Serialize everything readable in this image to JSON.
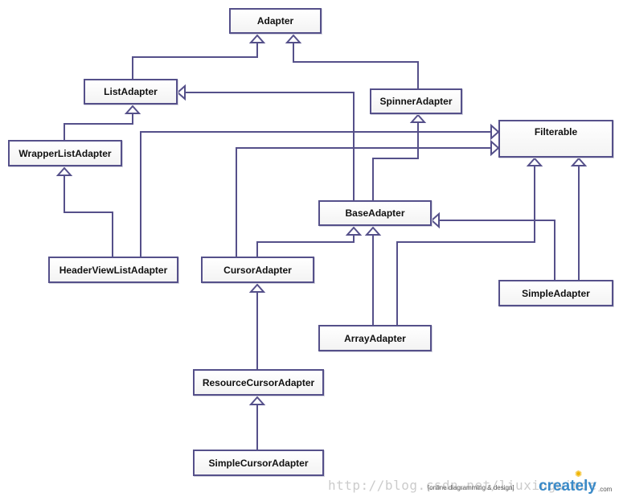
{
  "diagram": {
    "nodes": [
      {
        "id": "adapter",
        "label": "Adapter"
      },
      {
        "id": "list-adapter",
        "label": "ListAdapter"
      },
      {
        "id": "spinner-adapter",
        "label": "SpinnerAdapter"
      },
      {
        "id": "filterable",
        "label": "Filterable"
      },
      {
        "id": "wrapper-list-adapter",
        "label": "WrapperListAdapter"
      },
      {
        "id": "base-adapter",
        "label": "BaseAdapter"
      },
      {
        "id": "header-view-list-adapter",
        "label": "HeaderViewListAdapter"
      },
      {
        "id": "cursor-adapter",
        "label": "CursorAdapter"
      },
      {
        "id": "simple-adapter",
        "label": "SimpleAdapter"
      },
      {
        "id": "array-adapter",
        "label": "ArrayAdapter"
      },
      {
        "id": "resource-cursor-adapter",
        "label": "ResourceCursorAdapter"
      },
      {
        "id": "simple-cursor-adapter",
        "label": "SimpleCursorAdapter"
      }
    ],
    "edges": [
      {
        "from": "list-adapter",
        "to": "adapter"
      },
      {
        "from": "spinner-adapter",
        "to": "adapter"
      },
      {
        "from": "wrapper-list-adapter",
        "to": "list-adapter"
      },
      {
        "from": "header-view-list-adapter",
        "to": "wrapper-list-adapter"
      },
      {
        "from": "header-view-list-adapter",
        "to": "filterable"
      },
      {
        "from": "cursor-adapter",
        "to": "filterable"
      },
      {
        "from": "cursor-adapter",
        "to": "base-adapter"
      },
      {
        "from": "base-adapter",
        "to": "list-adapter"
      },
      {
        "from": "base-adapter",
        "to": "spinner-adapter"
      },
      {
        "from": "array-adapter",
        "to": "base-adapter"
      },
      {
        "from": "array-adapter",
        "to": "filterable"
      },
      {
        "from": "simple-adapter",
        "to": "base-adapter"
      },
      {
        "from": "simple-adapter",
        "to": "filterable"
      },
      {
        "from": "resource-cursor-adapter",
        "to": "cursor-adapter"
      },
      {
        "from": "simple-cursor-adapter",
        "to": "resource-cursor-adapter"
      }
    ],
    "colors": {
      "line": "#55508a",
      "node_border": "#55508a"
    }
  },
  "watermark": {
    "url": "http://blog.csdn.net/liuxingwinde",
    "tagline": "[online diagramming & design]",
    "logo": "creately",
    "logo_suffix": ".com"
  }
}
